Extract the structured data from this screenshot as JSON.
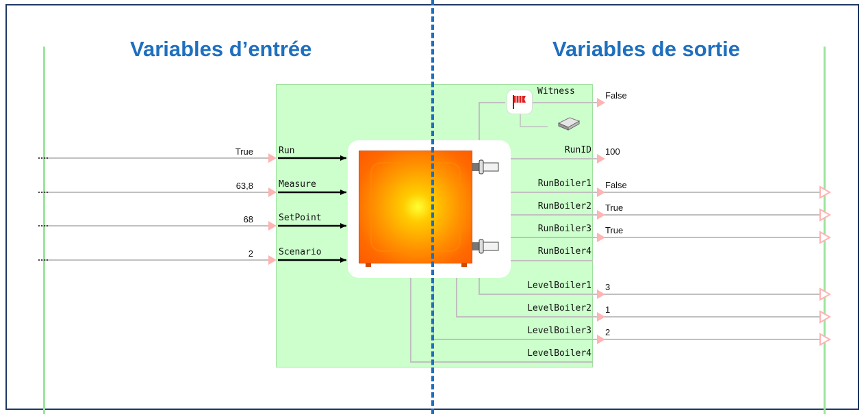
{
  "titles": {
    "inputs": "Variables d’entrée",
    "outputs": "Variables de sortie"
  },
  "inputs": [
    {
      "name": "Run",
      "value": "True"
    },
    {
      "name": "Measure",
      "value": "63,8"
    },
    {
      "name": "SetPoint",
      "value": "68"
    },
    {
      "name": "Scenario",
      "value": "2"
    }
  ],
  "outputs": [
    {
      "name": "Witness",
      "value": "False"
    },
    {
      "name": "RunID",
      "value": "100"
    },
    {
      "name": "RunBoiler1",
      "value": "False"
    },
    {
      "name": "RunBoiler2",
      "value": "True"
    },
    {
      "name": "RunBoiler3",
      "value": "True"
    },
    {
      "name": "RunBoiler4",
      "value": ""
    },
    {
      "name": "LevelBoiler1",
      "value": "3"
    },
    {
      "name": "LevelBoiler2",
      "value": "1"
    },
    {
      "name": "LevelBoiler3",
      "value": "2"
    },
    {
      "name": "LevelBoiler4",
      "value": ""
    }
  ],
  "icons": {
    "witness": "red-flag-icon",
    "device": "printer-device-icon",
    "block": "boiler-icon"
  },
  "colors": {
    "title": "#1f6fbf",
    "block_bg": "#ccffcc",
    "rail": "#9be59b",
    "wire": "#c0c0c0",
    "arrow": "#ffb3b3",
    "frame": "#1f3864"
  }
}
